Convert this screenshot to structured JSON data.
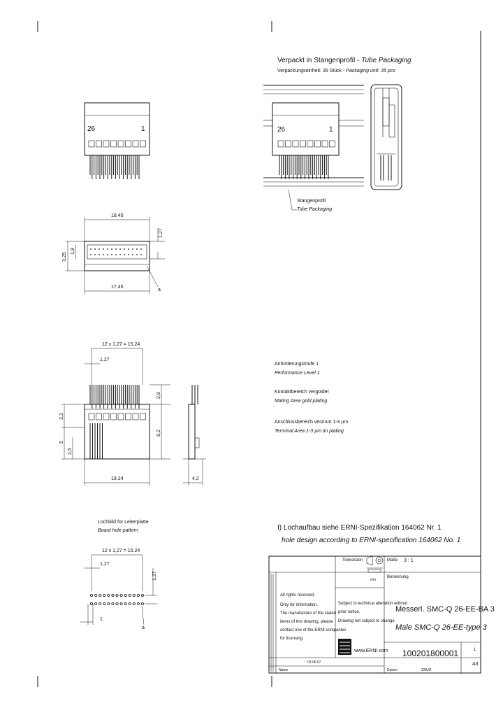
{
  "packaging": {
    "heading_de": "Verpackt in Stangenprofil - ",
    "heading_en": "Tube Packaging",
    "unit_de": "Verpackungseinheit: 35 Stück",
    "unit_en": "- Packaging unit: 35 pcs",
    "callout_de": "Stangenprofil",
    "callout_en": "Tube Packaging"
  },
  "component": {
    "pin_mark_left": "26",
    "pin_mark_right": "1"
  },
  "dimensions": {
    "top_width": "18,45",
    "bottom_width": "17,45",
    "h_3_25": "3,25",
    "h_1_8": "1,8",
    "h_1_27": "1,27",
    "corner": "a",
    "pitch_span": "12 x 1,27 = 15,24",
    "pitch": "1,27",
    "v_2_8": "2,8",
    "v_3_2": "3,2",
    "v_8_2": "8,2",
    "v_5": "5",
    "v_2_5": "2,5",
    "body_width": "19,24",
    "depth": "4,2"
  },
  "notes": {
    "perf_de": "Anforderungsstufe 1",
    "perf_en": "Performance Level 1",
    "plating_de": "Kontaktbereich vergoldet",
    "plating_en": "Mating Area gold plating",
    "term_de": "Anschlussbereich verzinnt 1-3 µm",
    "term_en": "Terminal Area 1-3 µm tin plating"
  },
  "board": {
    "title_de": "Lochbild für Leiterplatte",
    "title_en": "Board hole pattern",
    "pitch_span": "12 x 1,27 = 15,24",
    "pitch": "1,27",
    "row_spacing": "1,27",
    "hole": "1",
    "corner": "a"
  },
  "hole_note": {
    "de": "I) Lochaufbau siehe ERNI-Spezifikation 164062 Nr. 1",
    "en": "hole design according to ERNI-specification 164062 No. 1"
  },
  "title_block": {
    "tolerances": "Toleranzen",
    "scale_label": "Maße",
    "scale": "3 : 1",
    "description_label": "Benennung",
    "product_de": "Messerl. SMC-Q 26-EE-BA 3",
    "product_en": "Male SMC-Q 26-EE-type 3",
    "rights_1": "All rights reserved.",
    "rights_2": "Only for information.",
    "rights_3": "The manufacture of the stated",
    "rights_4": "items of this drawing, please",
    "rights_5": "contact one of the ERNI companies",
    "rights_6": "for licensing.",
    "subject_1": "Subject to technical alteration without",
    "subject_2": "prior notice.",
    "subject_3": "Drawing not subject to change.",
    "website": "www.ERNI.com",
    "part_number": "100201800001",
    "sheet": "A3",
    "rev": "1",
    "date_label": "Datum",
    "initial_label": "Name",
    "date_value": "03.06.07",
    "initial_value": "SNUO"
  }
}
